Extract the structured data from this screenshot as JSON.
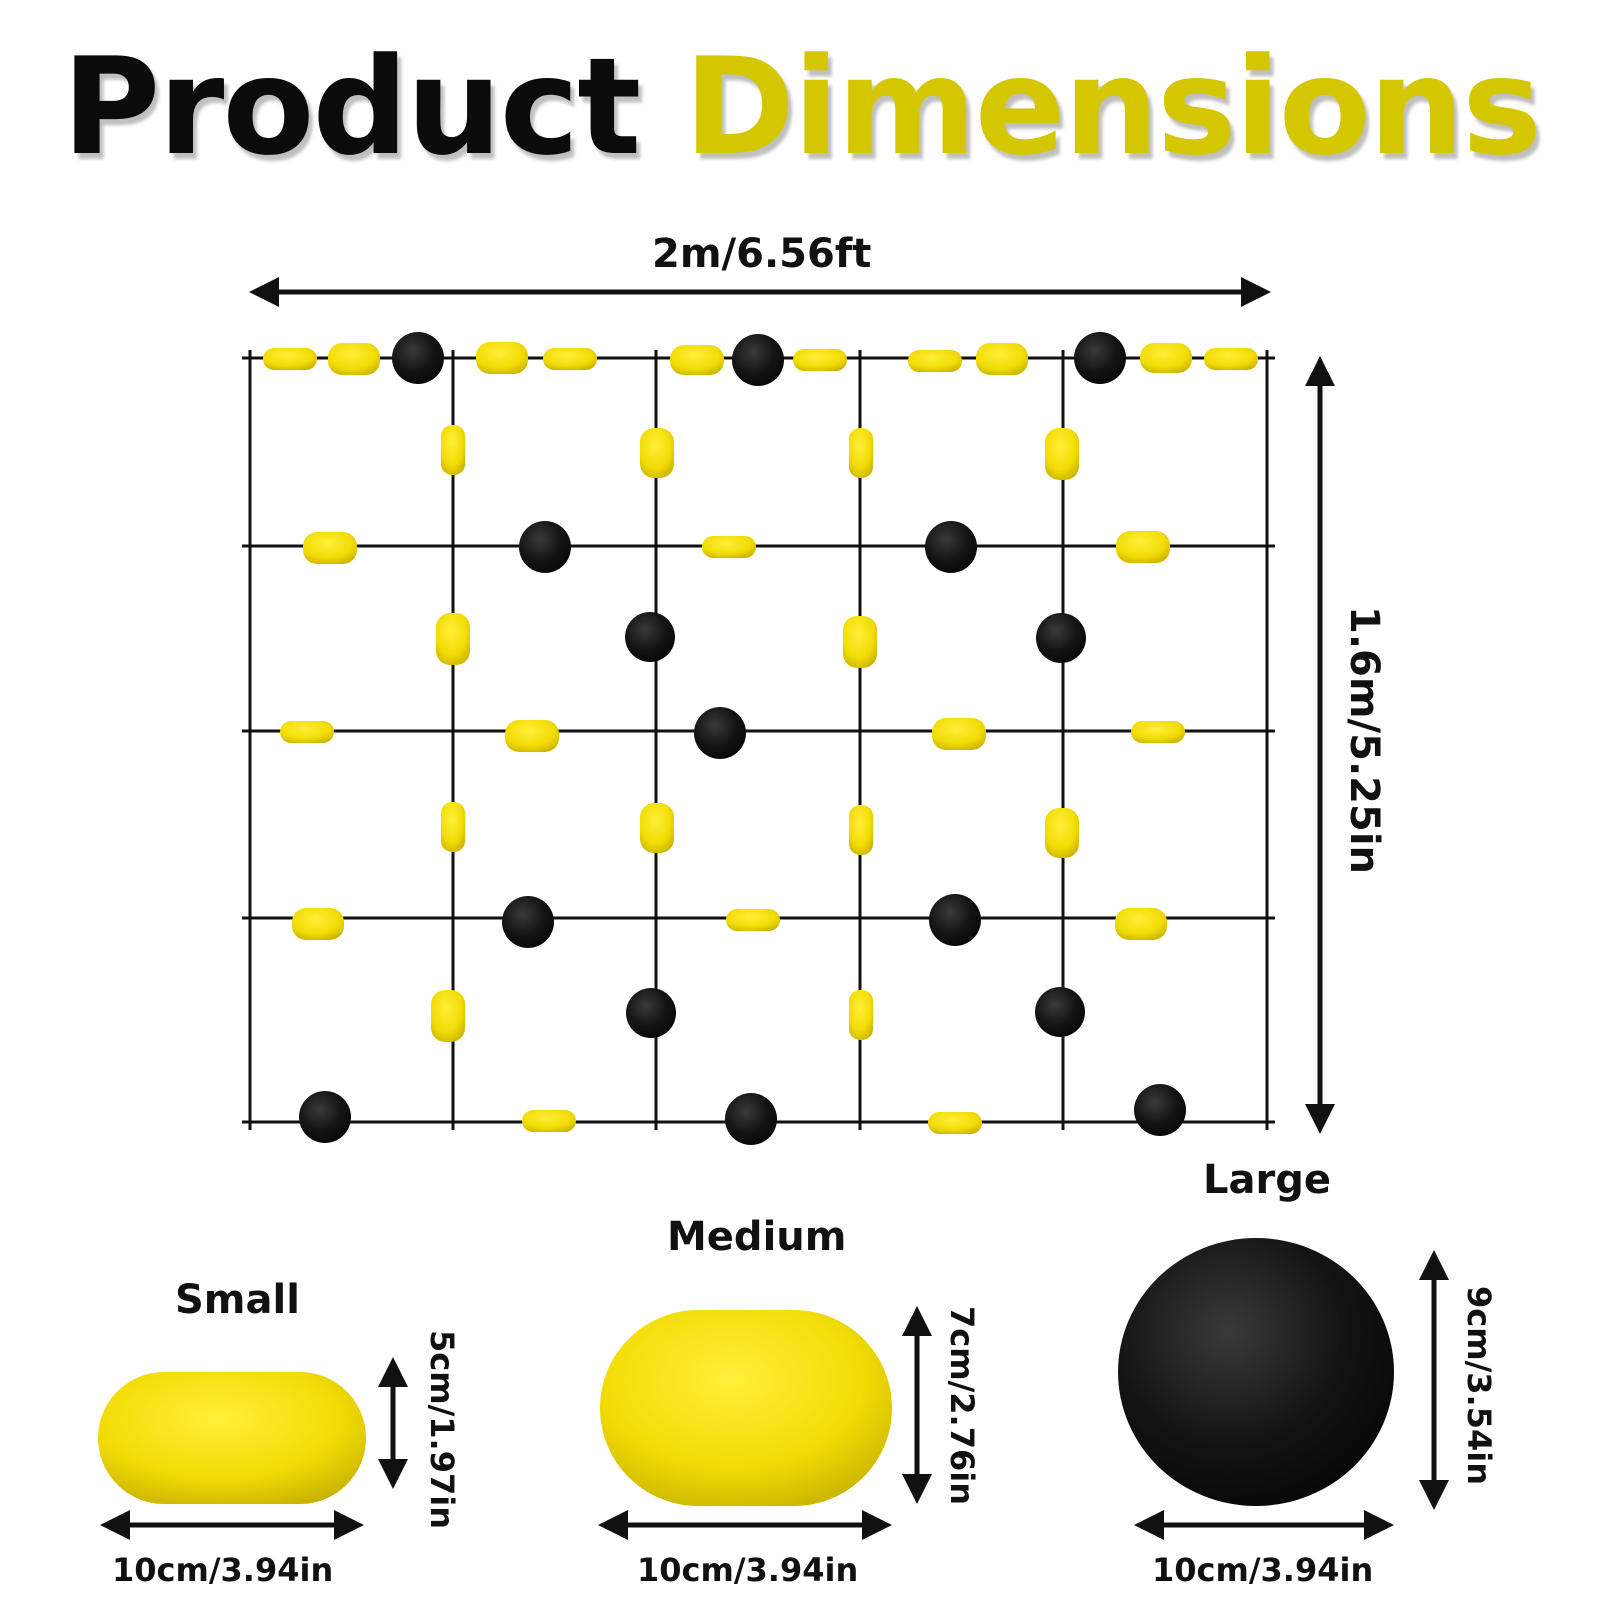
{
  "title": {
    "word1": "Product",
    "word2": "Dimensions"
  },
  "net": {
    "width_label": "2m/6.56ft",
    "height_label": "1.6m/5.25in"
  },
  "sizes": {
    "small": {
      "name": "Small",
      "width": "10cm/3.94in",
      "height": "5cm/1.97in"
    },
    "medium": {
      "name": "Medium",
      "width": "10cm/3.94in",
      "height": "7cm/2.76in"
    },
    "large": {
      "name": "Large",
      "width": "10cm/3.94in",
      "height": "9cm/3.54in"
    }
  },
  "colors": {
    "yellow": "#f5e10a",
    "black": "#111111",
    "title_yellow": "#d4c700"
  }
}
